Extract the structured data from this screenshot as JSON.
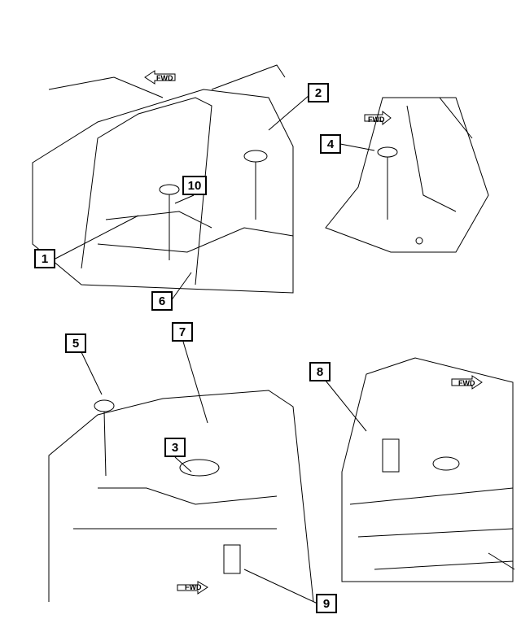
{
  "callouts": [
    "1",
    "2",
    "3",
    "4",
    "5",
    "6",
    "7",
    "8",
    "9",
    "10"
  ],
  "fwd_label": "FWD",
  "colors": {
    "line": "#000000",
    "background": "#ffffff"
  }
}
